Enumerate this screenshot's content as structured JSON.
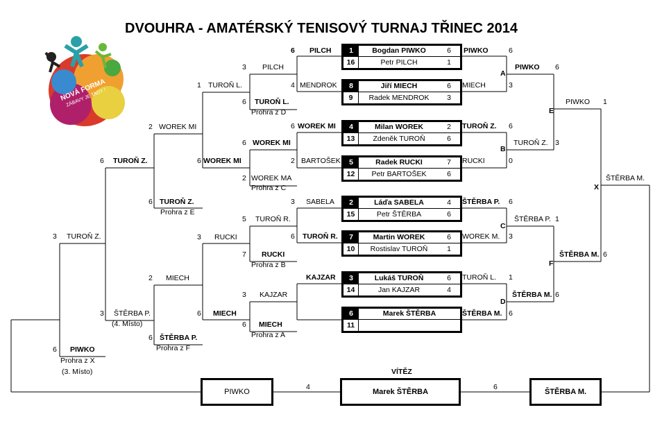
{
  "title": "DVOUHRA - AMATÉRSKÝ TENISOVÝ TURNAJ TŘINEC 2014",
  "logo": {
    "lines": [
      "NOVÁ FORMA",
      "ZÁBAVY JE TADY !"
    ]
  },
  "matches": [
    {
      "top": {
        "seed": "1",
        "name": "Bogdan PIWKO",
        "score": "6"
      },
      "bottom": {
        "seed": "16",
        "name": "Petr PILCH",
        "score": "1"
      }
    },
    {
      "top": {
        "seed": "8",
        "name": "Jiří MIECH",
        "score": "6"
      },
      "bottom": {
        "seed": "9",
        "name": "Radek MENDROK",
        "score": "3"
      }
    },
    {
      "top": {
        "seed": "4",
        "name": "Milan WOREK",
        "score": "2"
      },
      "bottom": {
        "seed": "13",
        "name": "Zdeněk TUROŇ",
        "score": "6"
      }
    },
    {
      "top": {
        "seed": "5",
        "name": "Radek RUCKI",
        "score": "7"
      },
      "bottom": {
        "seed": "12",
        "name": "Petr BARTOŠEK",
        "score": "6"
      }
    },
    {
      "top": {
        "seed": "2",
        "name": "Láďa SABELA",
        "score": "4"
      },
      "bottom": {
        "seed": "15",
        "name": "Petr ŠTĚRBA",
        "score": "6"
      }
    },
    {
      "top": {
        "seed": "7",
        "name": "Martin WOREK",
        "score": "6"
      },
      "bottom": {
        "seed": "10",
        "name": "Rostislav TUROŇ",
        "score": "1"
      }
    },
    {
      "top": {
        "seed": "3",
        "name": "Lukáš TUROŇ",
        "score": "6"
      },
      "bottom": {
        "seed": "14",
        "name": "Jan KAJZAR",
        "score": "4"
      }
    },
    {
      "top": {
        "seed": "6",
        "name": "Marek ŠTĚRBA",
        "score": ""
      },
      "bottom": {
        "seed": "11",
        "name": "",
        "score": ""
      }
    }
  ],
  "labels": [
    [
      "6",
      "b",
      419,
      67
    ],
    [
      "PILCH",
      "b",
      446,
      67
    ],
    [
      "PIWKO",
      "b",
      668,
      67
    ],
    [
      "6",
      "",
      733,
      67
    ],
    [
      "A",
      "b",
      721,
      100
    ],
    [
      "PIWKO",
      "b",
      742,
      91
    ],
    [
      "6",
      "",
      800,
      91
    ],
    [
      "3",
      "",
      349,
      91
    ],
    [
      "PILCH",
      "",
      378,
      91
    ],
    [
      "1",
      "",
      284,
      117
    ],
    [
      "TUROŇ L.",
      "",
      300,
      117
    ],
    [
      "4",
      "",
      419,
      117
    ],
    [
      "MENDROK",
      "",
      432,
      117
    ],
    [
      "MIECH",
      "",
      666,
      117
    ],
    [
      "3",
      "",
      733,
      117
    ],
    [
      "6",
      "",
      349,
      141
    ],
    [
      "TUROŇ L.",
      "b",
      367,
      141
    ],
    [
      "Prohra z D",
      "",
      362,
      156
    ],
    [
      "PIWKO",
      "",
      815,
      141
    ],
    [
      "1",
      "",
      869,
      141
    ],
    [
      "E",
      "b",
      791,
      154
    ],
    [
      "2",
      "",
      214,
      177
    ],
    [
      "WOREK MI",
      "",
      229,
      177
    ],
    [
      "6",
      "",
      419,
      176
    ],
    [
      "WOREK MI",
      "b",
      429,
      176
    ],
    [
      "TUROŇ Z.",
      "b",
      666,
      176
    ],
    [
      "6",
      "",
      733,
      176
    ],
    [
      "6",
      "",
      349,
      200
    ],
    [
      "WOREK MI",
      "b",
      364,
      200
    ],
    [
      "TUROŇ Z.",
      "",
      740,
      200
    ],
    [
      "3",
      "",
      800,
      200
    ],
    [
      "B",
      "b",
      721,
      209
    ],
    [
      "6",
      "",
      144,
      226
    ],
    [
      "TUROŇ Z.",
      "b",
      163,
      226
    ],
    [
      "6",
      "",
      284,
      226
    ],
    [
      "WOREK MI",
      "b",
      293,
      226
    ],
    [
      "2",
      "",
      419,
      226
    ],
    [
      "BARTOŠEK",
      "",
      434,
      226
    ],
    [
      "RUCKI",
      "",
      666,
      226
    ],
    [
      "0",
      "",
      733,
      226
    ],
    [
      "2",
      "",
      349,
      251
    ],
    [
      "WOREK MA",
      "",
      362,
      251
    ],
    [
      "Prohra z C",
      "",
      362,
      265
    ],
    [
      "ŠTĚRBA M.",
      "",
      873,
      251
    ],
    [
      "X",
      "b",
      856,
      264
    ],
    [
      "6",
      "",
      214,
      285
    ],
    [
      "TUROŇ Z.",
      "b",
      230,
      285
    ],
    [
      "Prohra z E",
      "",
      231,
      300
    ],
    [
      "3",
      "",
      419,
      285
    ],
    [
      "SABELA",
      "",
      441,
      285
    ],
    [
      "ŠTĚRBA P.",
      "b",
      666,
      285
    ],
    [
      "6",
      "",
      733,
      285
    ],
    [
      "5",
      "",
      349,
      310
    ],
    [
      "TUROŇ R.",
      "",
      368,
      310
    ],
    [
      "ŠTĚRBA P.",
      "",
      741,
      310
    ],
    [
      "1",
      "",
      800,
      310
    ],
    [
      "C",
      "b",
      721,
      320
    ],
    [
      "3",
      "",
      76,
      335
    ],
    [
      "TUROŇ Z.",
      "",
      96,
      335
    ],
    [
      "3",
      "",
      284,
      336
    ],
    [
      "RUCKI",
      "",
      309,
      336
    ],
    [
      "6",
      "",
      419,
      335
    ],
    [
      "TUROŇ R.",
      "b",
      436,
      335
    ],
    [
      "WOREK M.",
      "",
      666,
      335
    ],
    [
      "3",
      "",
      733,
      335
    ],
    [
      "7",
      "",
      349,
      361
    ],
    [
      "RUCKI",
      "b",
      377,
      361
    ],
    [
      "Prohra z B",
      "",
      362,
      376
    ],
    [
      "ŠTĚRBA M.",
      "b",
      806,
      361
    ],
    [
      "6",
      "",
      869,
      361
    ],
    [
      "F",
      "b",
      791,
      374
    ],
    [
      "2",
      "",
      214,
      395
    ],
    [
      "MIECH",
      "",
      239,
      395
    ],
    [
      "KAJZAR",
      "b",
      441,
      394
    ],
    [
      "TUROŇ L.",
      "",
      666,
      394
    ],
    [
      "1",
      "",
      733,
      394
    ],
    [
      "3",
      "",
      349,
      419
    ],
    [
      "KAJZAR",
      "",
      374,
      419
    ],
    [
      "ŠTĚRBA M.",
      "b",
      738,
      419
    ],
    [
      "6",
      "",
      800,
      419
    ],
    [
      "D",
      "b",
      721,
      429
    ],
    [
      "3",
      "",
      144,
      446
    ],
    [
      "ŠTĚRBA P.",
      "",
      164,
      446
    ],
    [
      "(4. Místo)",
      "",
      161,
      461
    ],
    [
      "6",
      "",
      284,
      446
    ],
    [
      "MIECH",
      "b",
      307,
      446
    ],
    [
      "ŠTĚRBA M.",
      "b",
      666,
      446
    ],
    [
      "6",
      "",
      733,
      446
    ],
    [
      "6",
      "",
      349,
      462
    ],
    [
      "MIECH",
      "b",
      373,
      462
    ],
    [
      "Prohra z A",
      "",
      362,
      477
    ],
    [
      "6",
      "",
      214,
      481
    ],
    [
      "ŠTĚRBA P.",
      "b",
      230,
      481
    ],
    [
      "Prohra z F",
      "",
      225,
      496
    ],
    [
      "6",
      "",
      76,
      498
    ],
    [
      "PIWKO",
      "b",
      101,
      498
    ],
    [
      "Prohra z X",
      "",
      87,
      514
    ],
    [
      "(3. Místo)",
      "",
      89,
      530
    ],
    [
      "VÍTĚZ",
      "b",
      564,
      530
    ],
    [
      "4",
      "",
      441,
      552
    ],
    [
      "6",
      "",
      711,
      552
    ]
  ],
  "final": {
    "left": "PIWKO",
    "winner": "Marek ŠTĚRBA",
    "right": "ŠTĚRBA M."
  }
}
